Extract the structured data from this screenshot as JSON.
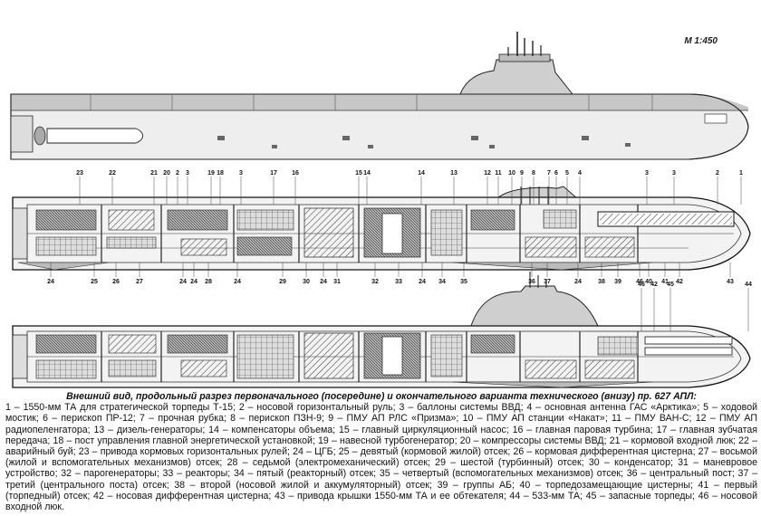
{
  "scale": "М 1:450",
  "caption": {
    "title": "Внешний вид, продольный разрез первоначального (посередине) и окончательного варианта технического (внизу) пр. 627 АПЛ:",
    "legend": "1 – 1550-мм ТА для стратегической торпеды Т-15; 2 – носовой горизонтальный руль; 3 – баллоны системы ВВД; 4 – основная антенна ГАС «Арктика»; 5 – ходовой мостик; 6 – перископ ПР-12; 7 – прочная рубка; 8 – перископ ПЗН-9; 9 – ПМУ АП РЛС «Призма»; 10 – ПМУ АП станции «Накат»; 11 – ПМУ ВАН-С; 12 – ПМУ АП радиопеленгатора; 13 – дизель-генераторы; 14 – компенсаторы объема; 15 – главный циркуляционный насос; 16 – главная паровая турбина; 17 – главная зубчатая передача; 18 – пост управления главной энергетической установкой; 19 – навесной турбогенератор; 20 – компрессоры системы ВВД; 21 – кормовой входной люк; 22 – аварийный буй; 23 – привода кормовых горизонтальных рулей; 24 – ЦГБ; 25 – девятый (кормовой жилой) отсек; 26 – кормовая дифферентная цистерна; 27 – восьмой (жилой и вспомогательных механизмов) отсек; 28 – седьмой (электромеханический) отсек; 29 – шестой (турбинный) отсек; 30 – конденсатор; 31 – маневровое устройство; 32 – парогенераторы; 33 – реакторы; 34 – пятый (реакторный) отсек; 35 – четвертый (вспомогательных механизмов) отсек; 36 – центральный пост; 37 – третий (центрального поста) отсек; 38 – второй (носовой жилой и аккумуляторный) отсек; 39 – группы АБ; 40 – торпедозамещающие цистерны; 41 – первый (торпедный) отсек; 42 – носовая дифферентная цистерна; 43 – привода крышки 1550-мм ТА и ее обтекателя; 44 – 533-мм ТА; 45 – запасные торпеды; 46 – носовой входной люк."
  },
  "labels_mid_top": [
    "23",
    "22",
    "21",
    "20",
    "2",
    "3",
    "19",
    "18",
    "3",
    "17",
    "16",
    "15",
    "14",
    "14",
    "13",
    "12",
    "11",
    "10",
    "9",
    "8",
    "7",
    "6",
    "5",
    "4",
    "3",
    "3",
    "2",
    "1"
  ],
  "labels_mid_bottom": [
    "24",
    "25",
    "26",
    "27",
    "24",
    "24",
    "28",
    "24",
    "29",
    "30",
    "24",
    "31",
    "32",
    "33",
    "24",
    "34",
    "35",
    "36",
    "37",
    "24",
    "38",
    "39",
    "46",
    "40",
    "41",
    "42",
    "43"
  ],
  "labels_low": [
    "46",
    "42",
    "45",
    "44"
  ]
}
